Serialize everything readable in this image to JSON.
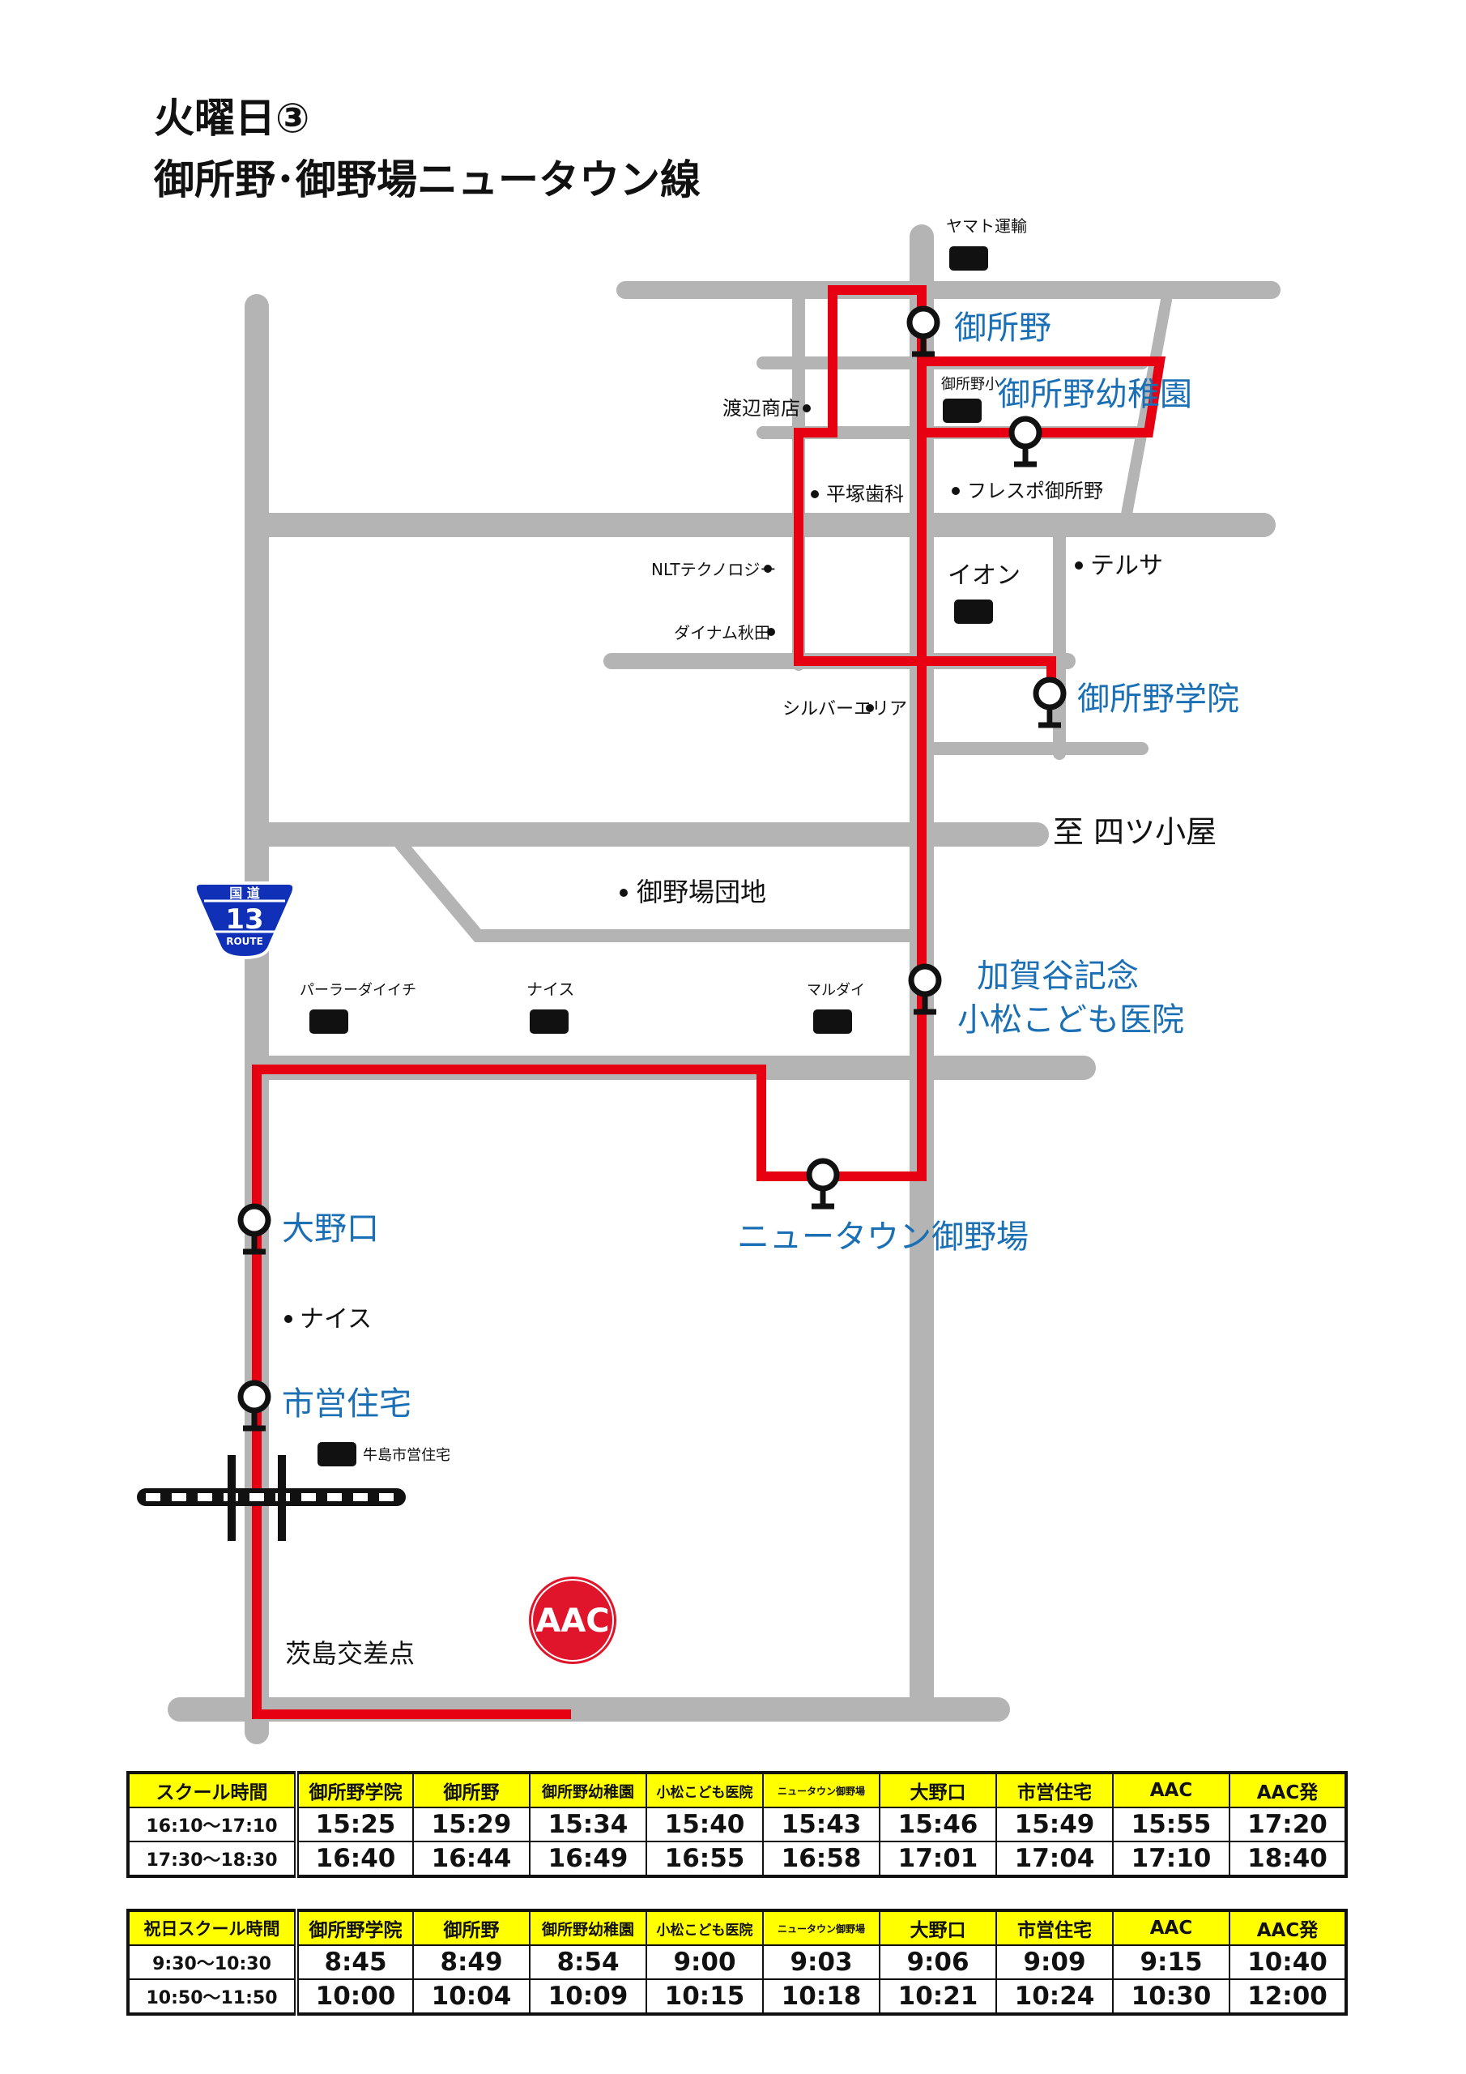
{
  "title": {
    "line1": "火曜日③",
    "line2": "御所野･御野場ニュータウン線"
  },
  "route_color": "#e60012",
  "stop_label_color": "#1a6fb5",
  "road_color": "#b4b4b4",
  "stops": [
    {
      "id": "goshono",
      "label": "御所野"
    },
    {
      "id": "goshono-kindergarten",
      "label": "御所野幼稚園"
    },
    {
      "id": "goshono-gakuin",
      "label": "御所野学院"
    },
    {
      "id": "kagaya",
      "label1": "加賀谷記念",
      "label2": "小松こども医院"
    },
    {
      "id": "newtown",
      "label": "ニュータウン御野場"
    },
    {
      "id": "ohnoguchi",
      "label": "大野口"
    },
    {
      "id": "shiei",
      "label": "市営住宅"
    }
  ],
  "landmarks": {
    "yamato": "ヤマト運輸",
    "watanabe": "渡辺商店",
    "goshono_elem": "御所野小",
    "hiratsuka": "平塚歯科",
    "fresupo": "フレスポ御所野",
    "nlt": "NLTテクノロジー",
    "aeon": "イオン",
    "terusa": "テルサ",
    "dynam": "ダイナム秋田",
    "silver": "シルバーエリア",
    "yotsugoya": "至 四ツ小屋",
    "danchi": "御野場団地",
    "parlor": "パーラーダイイチ",
    "nice1": "ナイス",
    "marudai": "マルダイ",
    "nice2": "ナイス",
    "ushijima": "牛島市営住宅",
    "barajima": "茨島交差点",
    "aac": "AAC"
  },
  "route_sign": {
    "top": "国 道",
    "number": "13",
    "bottom": "ROUTE"
  },
  "timetables": [
    {
      "header": [
        "スクール時間",
        "御所野学院",
        "御所野",
        "御所野幼稚園",
        "小松こども医院",
        "ニュータウン御野場",
        "大野口",
        "市営住宅",
        "AAC",
        "AAC発"
      ],
      "rows": [
        [
          "16:10～17:10",
          "15:25",
          "15:29",
          "15:34",
          "15:40",
          "15:43",
          "15:46",
          "15:49",
          "15:55",
          "17:20"
        ],
        [
          "17:30～18:30",
          "16:40",
          "16:44",
          "16:49",
          "16:55",
          "16:58",
          "17:01",
          "17:04",
          "17:10",
          "18:40"
        ]
      ]
    },
    {
      "header": [
        "祝日スクール時間",
        "御所野学院",
        "御所野",
        "御所野幼稚園",
        "小松こども医院",
        "ニュータウン御野場",
        "大野口",
        "市営住宅",
        "AAC",
        "AAC発"
      ],
      "rows": [
        [
          "9:30～10:30",
          "8:45",
          "8:49",
          "8:54",
          "9:00",
          "9:03",
          "9:06",
          "9:09",
          "9:15",
          "10:40"
        ],
        [
          "10:50～11:50",
          "10:00",
          "10:04",
          "10:09",
          "10:15",
          "10:18",
          "10:21",
          "10:24",
          "10:30",
          "12:00"
        ]
      ]
    }
  ]
}
